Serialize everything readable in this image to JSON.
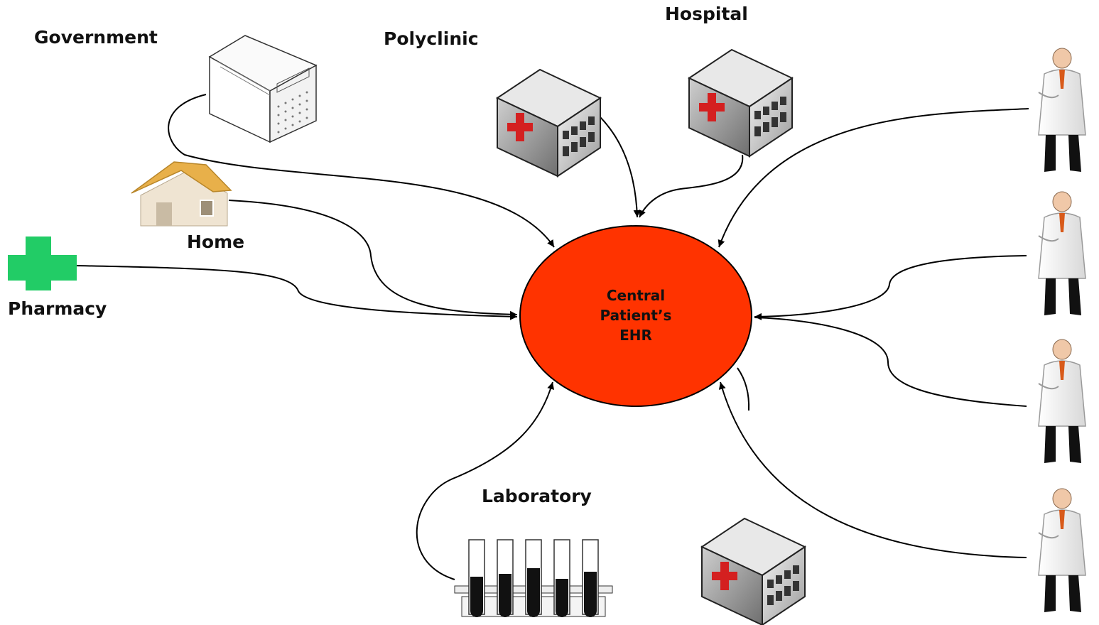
{
  "center": {
    "lines": [
      "Central",
      "Patient’s",
      "EHR"
    ],
    "fill": "#ff3300"
  },
  "nodes": {
    "government": "Government",
    "polyclinic": "Polyclinic",
    "hospital": "Hospital",
    "home": "Home",
    "pharmacy": "Pharmacy",
    "laboratory": "Laboratory"
  },
  "icons": {
    "government": "server-icon",
    "polyclinic": "clinic-building-icon",
    "hospital": "hospital-building-icon",
    "home": "house-icon",
    "pharmacy": "green-cross-icon",
    "laboratory": "test-tubes-icon",
    "extra_building": "clinic-building-icon",
    "doctors": [
      "doctor-icon",
      "doctor-icon",
      "doctor-icon",
      "doctor-icon"
    ]
  },
  "colors": {
    "pharmacy_cross": "#22cc66",
    "building_cross": "#d42020",
    "house_roof": "#e8b04a",
    "connector": "#000000"
  }
}
